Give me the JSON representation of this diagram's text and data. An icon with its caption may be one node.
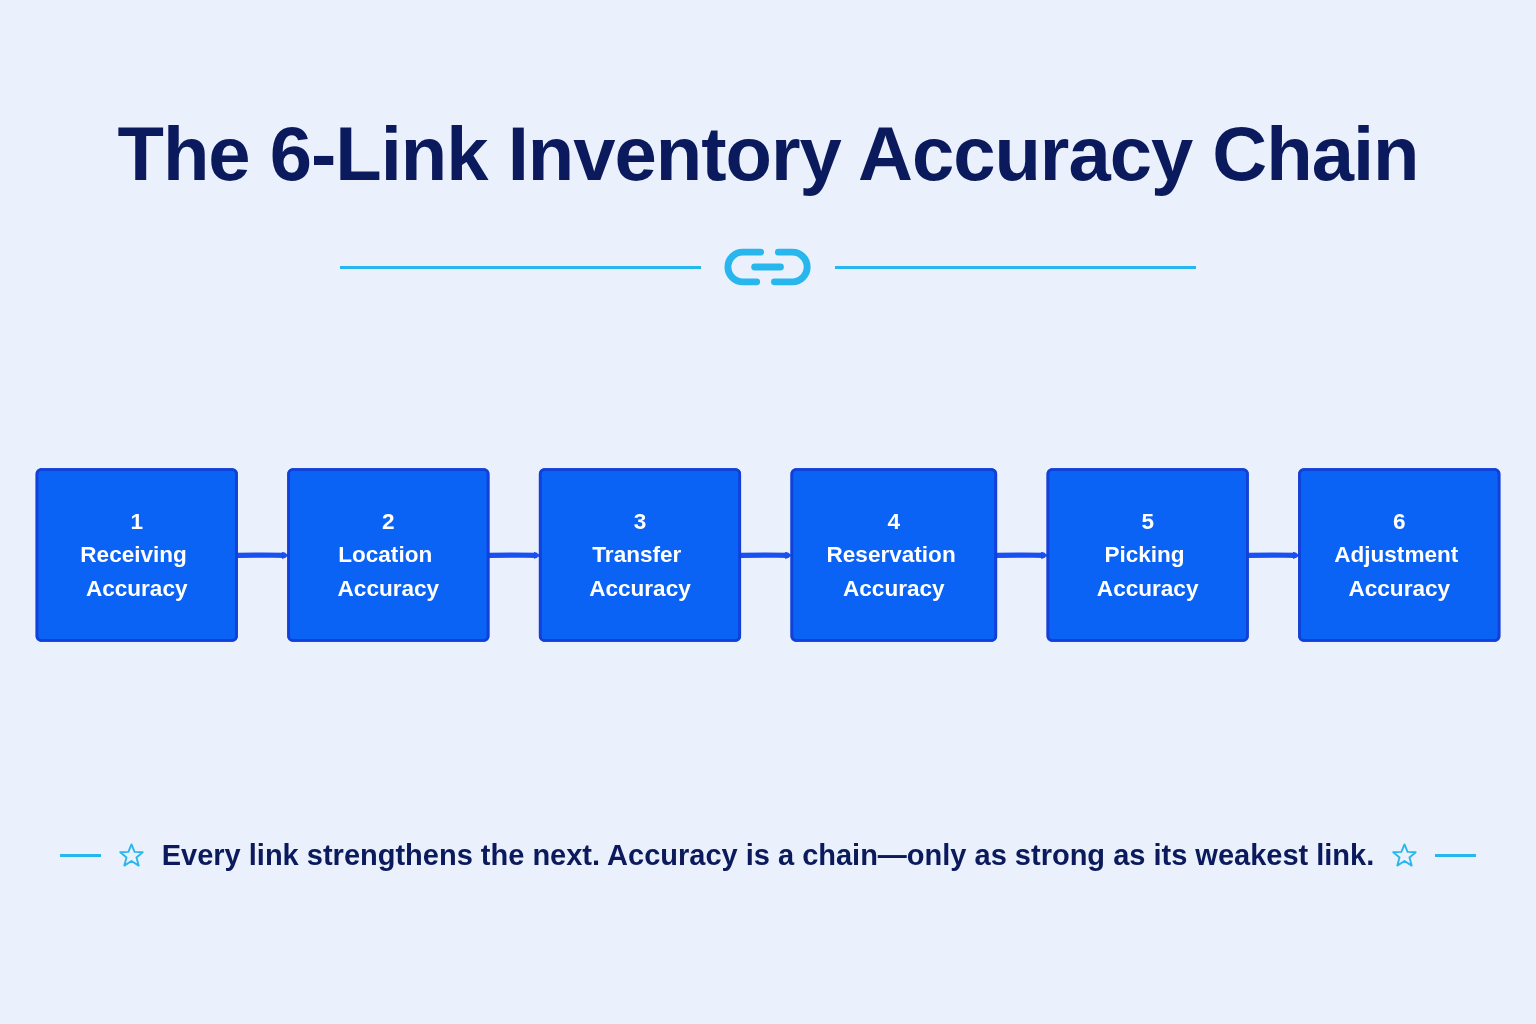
{
  "diagram": {
    "title": "The 6-Link Inventory Accuracy Chain",
    "caption": "Every link strengthens the next. Accuracy is a chain—only as strong as its weakest link.",
    "nodes": [
      {
        "text": [
          "1",
          "Receiving Accuracy"
        ]
      },
      {
        "text": [
          "2",
          "Location Accuracy"
        ]
      },
      {
        "text": [
          "3",
          "Transfer Accuracy"
        ]
      },
      {
        "text": [
          "4",
          "Reservation Accuracy"
        ]
      },
      {
        "text": [
          "5",
          "Picking Accuracy"
        ]
      },
      {
        "text": [
          "6",
          "Adjustment Accuracy"
        ]
      }
    ],
    "edges": [
      {
        "from": 0,
        "to": 1,
        "arrow": "to"
      },
      {
        "from": 1,
        "to": 2,
        "arrow": "to"
      },
      {
        "from": 2,
        "to": 3,
        "arrow": "to"
      },
      {
        "from": 3,
        "to": 4,
        "arrow": "to"
      },
      {
        "from": 4,
        "to": 5,
        "arrow": "to"
      }
    ]
  }
}
